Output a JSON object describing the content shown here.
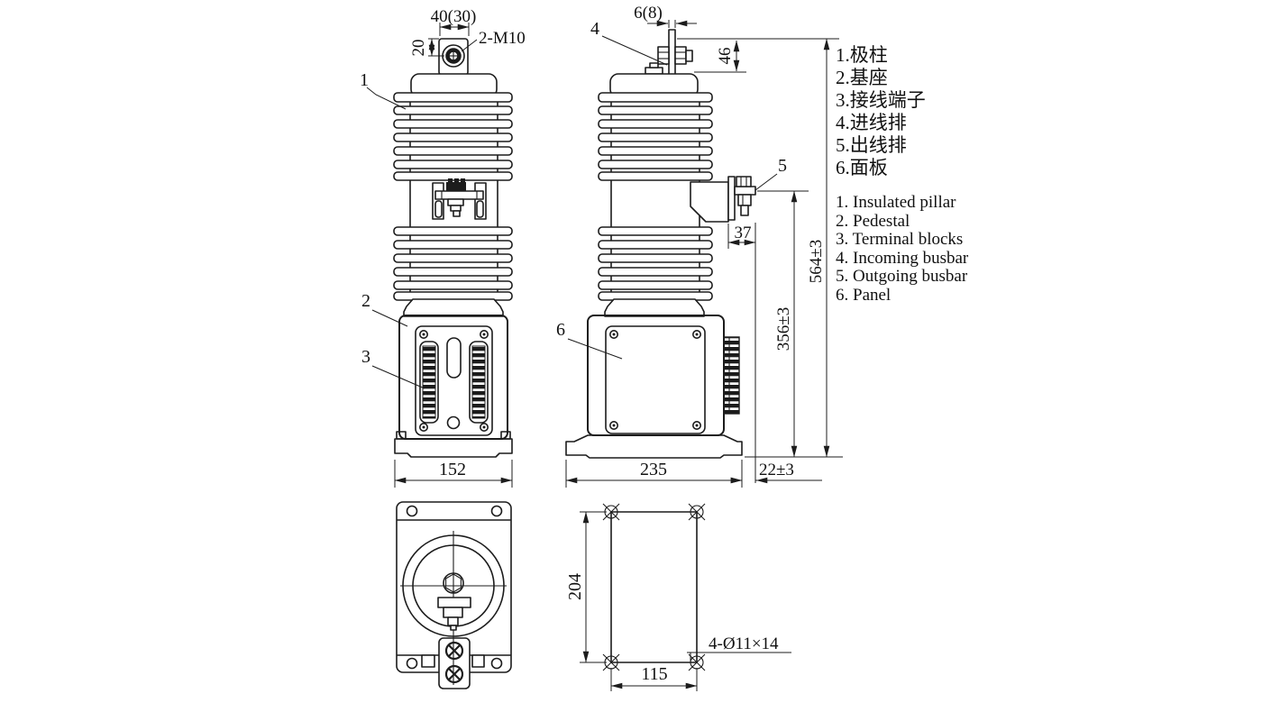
{
  "meta": {
    "background": "#ffffff",
    "line_color": "#1c1c1c"
  },
  "callouts": {
    "n1": "1",
    "n2": "2",
    "n3": "3",
    "n4": "4",
    "n5": "5",
    "n6": "6"
  },
  "dims": {
    "pad_width": "40(30)",
    "pad_hole_offset": "20",
    "thread_spec": "2-M10",
    "busbar_thickness": "6(8)",
    "incoming_busbar_height": "46",
    "outgoing_busbar_offset": "37",
    "outgoing_busbar_height": "356±3",
    "total_height": "564±3",
    "base_width_front": "152",
    "base_width_side": "235",
    "busbar_overhang": "22±3",
    "mount_hole_spacing_v": "204",
    "mount_hole_spacing_h": "115",
    "mount_hole_spec": "4-Ø11×14"
  },
  "legend_cn": [
    "1.极柱",
    "2.基座",
    "3.接线端子",
    "4.进线排",
    "5.出线排",
    "6.面板"
  ],
  "legend_en": [
    "1. Insulated pillar",
    "2. Pedestal",
    "3. Terminal blocks",
    "4. Incoming busbar",
    "5. Outgoing busbar",
    "6. Panel"
  ]
}
